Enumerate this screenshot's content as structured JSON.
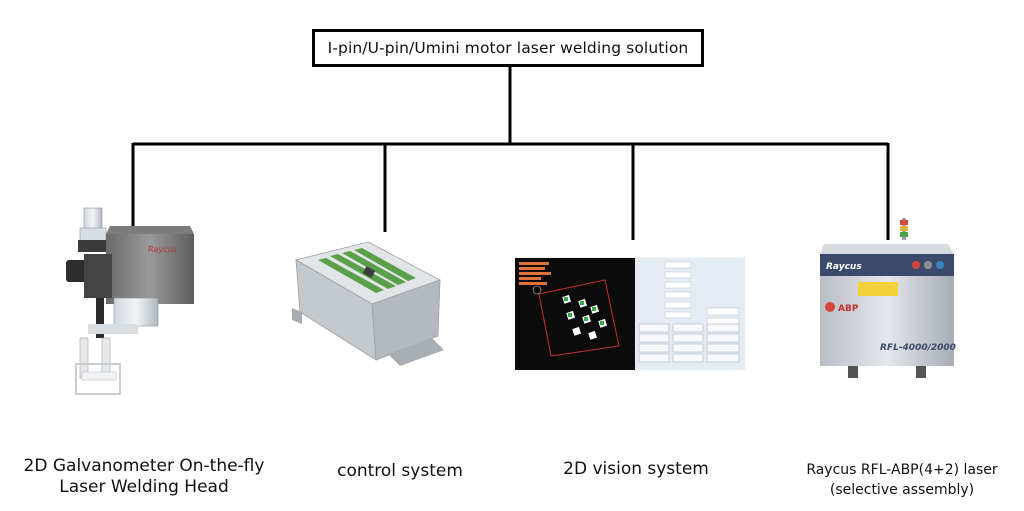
{
  "root": {
    "title": "I-pin/U-pin/Umini motor laser welding solution"
  },
  "components": [
    {
      "line1": "2D Galvanometer On-the-fly",
      "line2": "Laser Welding Head",
      "icon": "galvanometer-head-image"
    },
    {
      "line1": "control system",
      "line2": "",
      "icon": "control-box-image"
    },
    {
      "line1": "2D vision system",
      "line2": "",
      "icon": "vision-software-screenshot"
    },
    {
      "line1": "Raycus RFL-ABP(4+2) laser",
      "line2": "(selective assembly)",
      "icon": "fiber-laser-cabinet-image"
    }
  ],
  "product_marks": {
    "laser_brand": "Raycus",
    "laser_model": "RFL-4000/2000",
    "laser_badge": "ABP"
  },
  "colors": {
    "connector": "#000000",
    "laser_cabinet": "#c9cdd3",
    "vision_panel": "#dfe6f0"
  }
}
